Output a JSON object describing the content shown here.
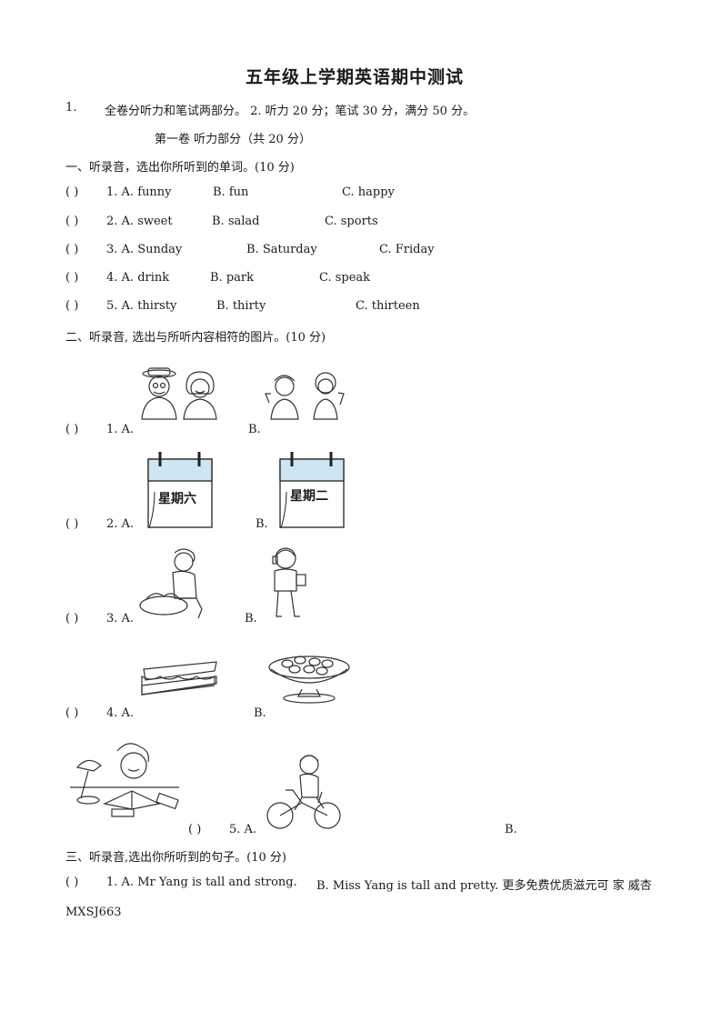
{
  "title": "五年级上学期英语期中测试",
  "notes": {
    "number": "1.",
    "text": "全卷分听力和笔试两部分。 2. 听力 20 分；笔试 30 分，满分 50 分。"
  },
  "part1_heading": "第一卷   听力部分（共 20 分）",
  "section1": {
    "heading": "一、听录音，选出你所听到的单词。(10 分)",
    "items": [
      {
        "bracket": "(          )",
        "num": "1. A. funny",
        "b": "B. fun",
        "c": "C. happy"
      },
      {
        "bracket": "(          )",
        "num": "2. A. sweet",
        "b": "B. salad",
        "c": "C. sports"
      },
      {
        "bracket": "(          )",
        "num": "3. A. Sunday",
        "b": "B. Saturday",
        "c": "C. Friday"
      },
      {
        "bracket": "(          )",
        "num": "4. A. drink",
        "b": "B. park",
        "c": "C. speak"
      },
      {
        "bracket": "(          )",
        "num": "5. A. thirsty",
        "b": "B. thirty",
        "c": "C. thirteen"
      }
    ]
  },
  "section2": {
    "heading": "二、听录音, 选出与所听内容相符的图片。(10 分)",
    "items": [
      {
        "bracket": "(          )",
        "num": "1. A.",
        "b": "B."
      },
      {
        "bracket": "(          )",
        "num": "2. A.",
        "b": "B.",
        "calendar_a": "星期六",
        "calendar_b": "星期二"
      },
      {
        "bracket": "(          )",
        "num": "3. A.",
        "b": "B."
      },
      {
        "bracket": "(          )",
        "num": "4. A.",
        "b": "B."
      },
      {
        "bracket": "(          )",
        "num": "5. A.",
        "b": "B."
      }
    ]
  },
  "section3": {
    "heading": "三、听录音,选出你所听到的句子。(10 分)",
    "items": [
      {
        "bracket": "(          )",
        "num": "1. A. Mr Yang is tall and strong.",
        "b": "B. Miss Yang is tall and pretty. 更多免费优质滋元可  家  威杏"
      }
    ],
    "footer": "MXSJ663"
  },
  "colors": {
    "picture_blue": "#cfe5f2",
    "ink": "#1a1a1a"
  }
}
